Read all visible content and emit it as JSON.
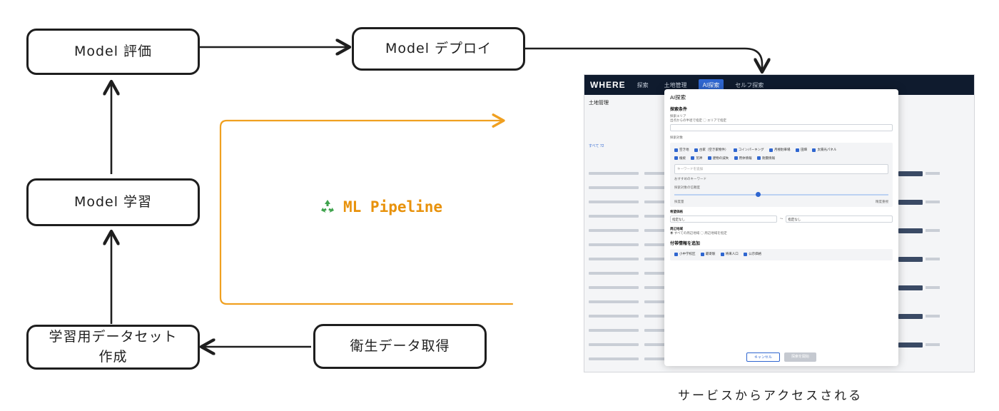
{
  "nodes": {
    "eval": "Model 評価",
    "deploy": "Model デプロイ",
    "train": "Model 学習",
    "dataset_line1": "学習用データセット",
    "dataset_line2": "作成",
    "acquire": "衛生データ取得"
  },
  "pipeline_label": "ML Pipeline",
  "pipeline_icon": "recycle-icon",
  "caption": "サービスからアクセスされる",
  "colors": {
    "stroke": "#1e1e1e",
    "pipeline": "#f0a020",
    "label": "#e8920c"
  },
  "screenshot": {
    "logo": "WHERE",
    "nav_tabs": [
      "探索",
      "土地管理",
      "AI探索",
      "セルフ探索"
    ],
    "page_title": "土地管理",
    "list_tab": "すべて 72",
    "modal": {
      "title": "AI探索",
      "section1": "探索条件",
      "area_label": "探索エリア",
      "area_opt1": "出点からの半径で指定",
      "area_opt2": "エリアで指定",
      "target_label": "探索対象",
      "targets": [
        "空き地",
        "古家（空き家物件）",
        "コインパーキング",
        "月極駐車場",
        "田畑",
        "太陽光パネル"
      ],
      "targets2": [
        "植統",
        "荒神",
        "建物の減失",
        "用体情報",
        "耐震情報"
      ],
      "keyword_placeholder": "キーワードを追加",
      "recommend": "おすすめのキーワード",
      "slider_label": "探索対象の信頼度",
      "slider_left": "探度量",
      "slider_right": "精度重視",
      "price_label": "希望価格",
      "price_min": "指定なし",
      "price_max": "指定なし",
      "surround_label": "周辺地域",
      "surround_opt1": "すべての周辺地域",
      "surround_opt2": "周辺地域を指定",
      "extra_title": "付帯情報を追加",
      "extras": [
        "小中学校区",
        "最寄駅",
        "将来人口",
        "公示価格"
      ],
      "cancel": "キャンセル",
      "run": "探索を開始"
    }
  }
}
